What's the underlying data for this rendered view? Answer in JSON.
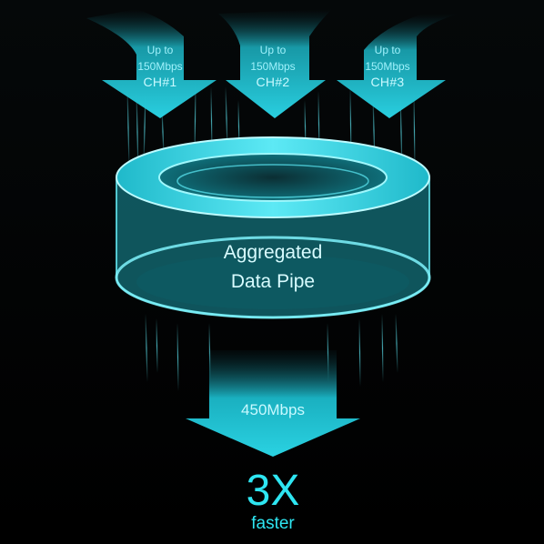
{
  "inputs": [
    {
      "up": "Up to",
      "rate": "150Mbps",
      "channel": "CH#1"
    },
    {
      "up": "Up to",
      "rate": "150Mbps",
      "channel": "CH#2"
    },
    {
      "up": "Up to",
      "rate": "150Mbps",
      "channel": "CH#3"
    }
  ],
  "pipe": {
    "line1": "Aggregated",
    "line2": "Data Pipe"
  },
  "output": {
    "rate": "450Mbps",
    "multiplier": "3X",
    "caption": "faster"
  },
  "colors": {
    "background": "#000000",
    "accent": "#27d6e6",
    "accent_light": "#7ff3fb",
    "text": "#d8fcff"
  }
}
